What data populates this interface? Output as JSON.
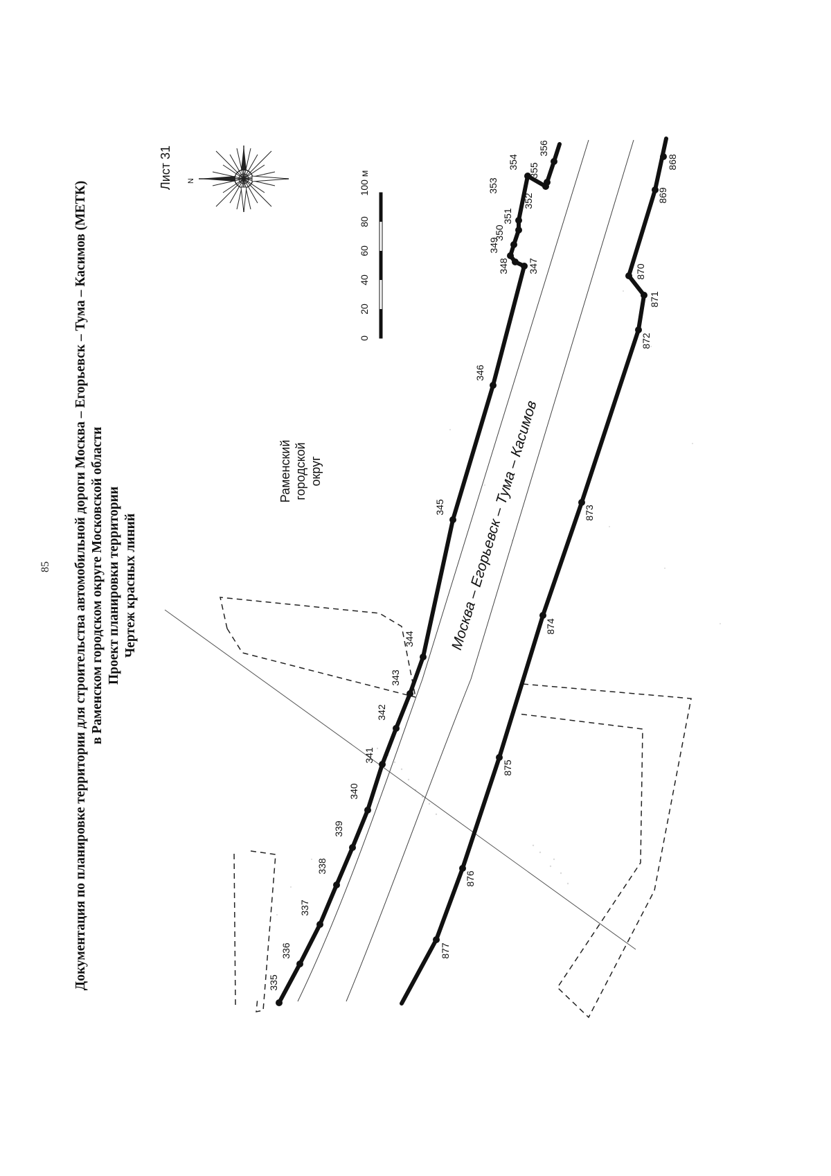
{
  "page_number": "85",
  "title": {
    "line1": "Документация по планировке территории для строительства автомобильной дороги Москва – Егорьевск – Тума – Касимов (МЕТК)",
    "line2": "в Раменском городском округе Московской области",
    "line3": "Проект планировки территории",
    "line4": "Чертеж красных линий"
  },
  "sheet_label": "Лист 31",
  "district_label": [
    "Раменский",
    "городской",
    "округ"
  ],
  "road_label": "Москва – Егорьевск – Тума – Касимов",
  "north_label": "N",
  "scale_bar": {
    "ticks": [
      "0",
      "20",
      "40",
      "60",
      "80",
      "100 м"
    ]
  },
  "red_line_points": {
    "north_side": [
      "335",
      "336",
      "337",
      "338",
      "339",
      "340",
      "341",
      "342",
      "343",
      "344",
      "345",
      "346",
      "347",
      "348",
      "349",
      "350",
      "351",
      "352",
      "353",
      "354",
      "355",
      "356"
    ],
    "south_side": [
      "868",
      "869",
      "870",
      "871",
      "872",
      "873",
      "874",
      "875",
      "876",
      "877"
    ]
  },
  "colors": {
    "red_line": "#111111",
    "road_edge": "#444444",
    "dashed_boundary": "#222222",
    "background": "#ffffff"
  }
}
